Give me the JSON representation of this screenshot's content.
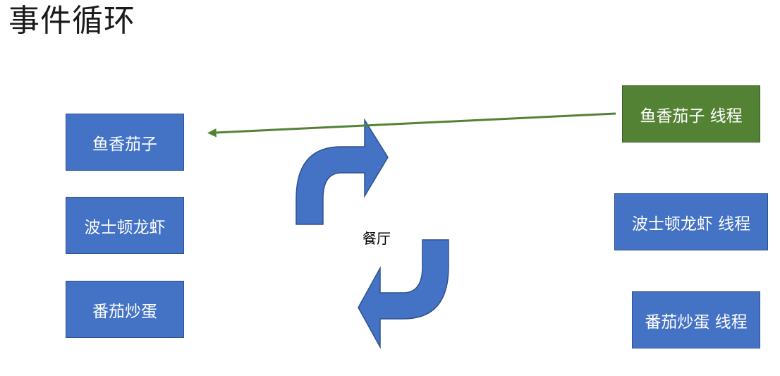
{
  "title": "事件循环",
  "center_label": "餐厅",
  "dishes": [
    "鱼香茄子",
    "波士顿龙虾",
    "番茄炒蛋"
  ],
  "threads": [
    "鱼香茄子 线程",
    "波士顿龙虾 线程",
    "番茄炒蛋 线程"
  ],
  "active_thread_index": 0,
  "colors": {
    "box_fill": "#4472c4",
    "box_border": "#2f528f",
    "active_fill": "#548235",
    "connector": "#548235",
    "cycle_arrow": "#4472c4"
  }
}
